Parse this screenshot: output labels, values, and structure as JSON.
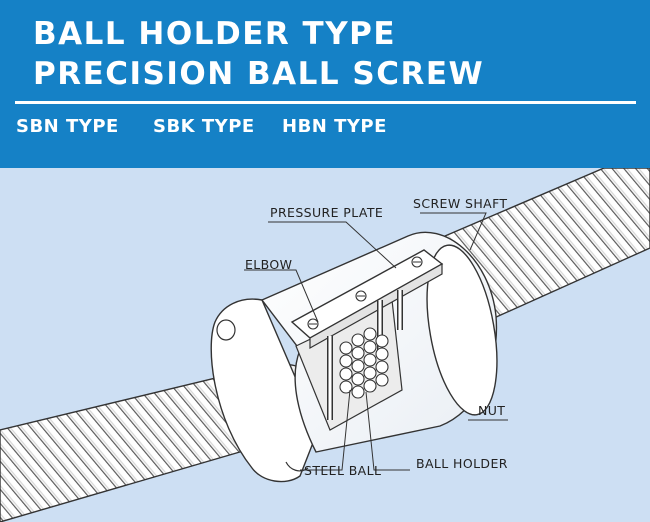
{
  "header": {
    "title_line1": "BALL HOLDER TYPE",
    "title_line2": "PRECISION BALL SCREW",
    "types": [
      "SBN TYPE",
      "SBK TYPE",
      "HBN TYPE"
    ]
  },
  "diagram": {
    "labels": {
      "pressure_plate": "PRESSURE PLATE",
      "screw_shaft": "SCREW SHAFT",
      "elbow": "ELBOW",
      "nut": "NUT",
      "steel_ball": "STEEL BALL",
      "ball_holder": "BALL HOLDER"
    }
  },
  "colors": {
    "header_background": "#1581c6",
    "diagram_background": "#cddff3",
    "line_art": "#333333"
  }
}
